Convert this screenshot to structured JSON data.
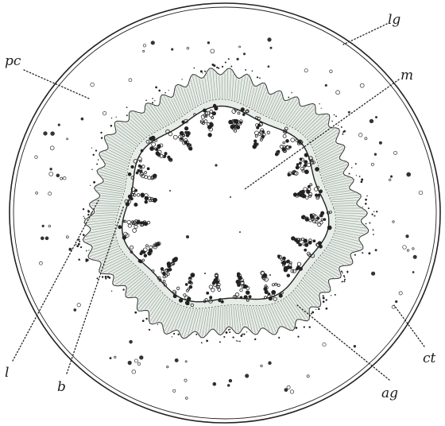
{
  "figure": {
    "colors": {
      "ink": "#222222",
      "tissue_fill": "#e6ece6",
      "background": "#ffffff"
    },
    "labels": {
      "lg": "lg",
      "pc": "pc",
      "m": "m",
      "l": "l",
      "b": "b",
      "ct": "ct",
      "ag": "ag"
    }
  }
}
